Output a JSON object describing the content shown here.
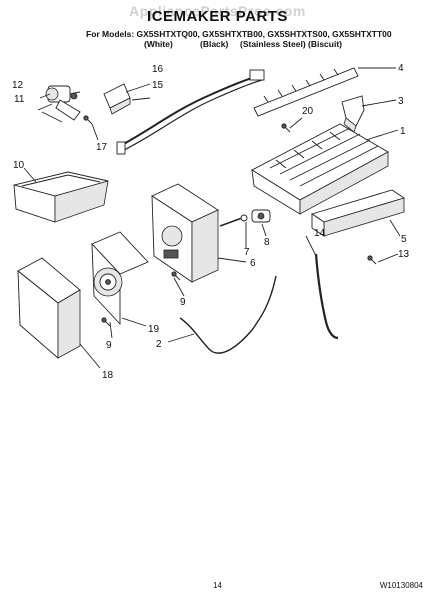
{
  "watermark": "AppliancePartsPros.com",
  "title": "ICEMAKER PARTS",
  "models_line": "For Models: GX5SHTXTQ00, GX5SHTXTB00, GX5SHTXTS00, GX5SHTXTT00",
  "colors": [
    "(White)",
    "(Black)",
    "(Stainless Steel)",
    "(Biscuit)"
  ],
  "callouts": {
    "c1": "1",
    "c2": "2",
    "c3": "3",
    "c4": "4",
    "c5": "5",
    "c6": "6",
    "c7": "7",
    "c8": "8",
    "c9a": "9",
    "c9b": "9",
    "c10": "10",
    "c11": "11",
    "c12": "12",
    "c13": "13",
    "c14": "14",
    "c15": "15",
    "c16": "16",
    "c17": "17",
    "c18": "18",
    "c19": "19",
    "c20": "20"
  },
  "page_number": "14",
  "doc_number": "W10130804"
}
